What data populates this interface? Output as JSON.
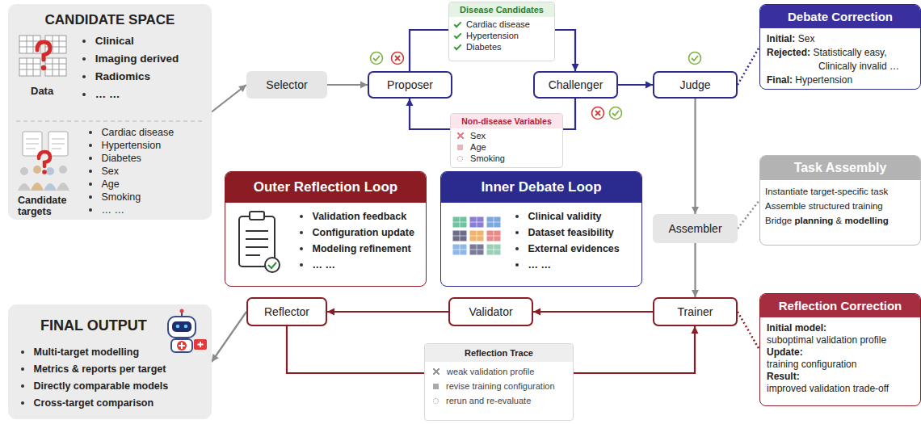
{
  "diagram": {
    "nodes": [
      {
        "text": [
          "CANDIDATE SPACE",
          "Data",
          "Clinical",
          "Imaging derived",
          "Radiomics",
          "… …",
          "Candidate targets",
          "Cardiac disease",
          "Hypertension",
          "Diabetes",
          "Sex",
          "Age",
          "Smoking",
          "… …"
        ]
      },
      {
        "text": [
          "Selector"
        ]
      },
      {
        "text": [
          "Proposer"
        ]
      },
      {
        "text": [
          "Disease Candidates",
          "Cardiac disease",
          "Hypertension",
          "Diabetes"
        ]
      },
      {
        "text": [
          "Challenger"
        ]
      },
      {
        "text": [
          "Judge"
        ]
      },
      {
        "text": [
          "Debate Correction",
          "Initial:",
          "Sex",
          "Rejected:",
          "Statistically easy,",
          "Clinically invalid …",
          "Final:",
          "Hypertension"
        ]
      },
      {
        "text": [
          "Non-disease Variables",
          "Sex",
          "Age",
          "Smoking"
        ]
      },
      {
        "text": [
          "Outer Reflection Loop",
          "Validation feedback",
          "Configuration update",
          "Modeling refinement",
          "… …"
        ]
      },
      {
        "text": [
          "Inner Debate Loop",
          "Clinical validity",
          "Dataset feasibility",
          "External evidences",
          "… …"
        ]
      },
      {
        "text": [
          "Task Assembly",
          "Instantiate target-specific task",
          "Assemble structured training",
          "Bridge",
          "planning",
          "&",
          "modelling"
        ]
      },
      {
        "text": [
          "Assembler"
        ]
      },
      {
        "text": [
          "FINAL OUTPUT",
          "Multi-target modelling",
          "Metrics & reports per target",
          "Directly comparable models",
          "Cross-target comparison"
        ]
      },
      {
        "text": [
          "Reflector"
        ]
      },
      {
        "text": [
          "Validator"
        ]
      },
      {
        "text": [
          "Trainer"
        ]
      },
      {
        "text": [
          "Reflection Correction",
          "Initial model:",
          "suboptimal validation profile",
          "Update:",
          "training configuration",
          "Result:",
          "improved validation trade-off"
        ]
      },
      {
        "text": [
          "Reflection Trace",
          "weak validation profile",
          "revise training configuration",
          "rerun and re-evaluate"
        ]
      }
    ],
    "edges": [
      {
        "from": 0,
        "to": 1,
        "arrow": "to"
      },
      {
        "from": 1,
        "to": 2,
        "arrow": "to"
      },
      {
        "from": 2,
        "to": 3,
        "arrow": "none"
      },
      {
        "from": 3,
        "to": 4,
        "arrow": "to"
      },
      {
        "from": 4,
        "to": 7,
        "arrow": "none"
      },
      {
        "from": 7,
        "to": 2,
        "arrow": "to"
      },
      {
        "from": 4,
        "to": 5,
        "arrow": "to"
      },
      {
        "from": 5,
        "to": 6,
        "arrow": "none"
      },
      {
        "from": 5,
        "to": 11,
        "arrow": "to"
      },
      {
        "from": 11,
        "to": 10,
        "arrow": "none"
      },
      {
        "from": 11,
        "to": 15,
        "arrow": "to"
      },
      {
        "from": 15,
        "to": 16,
        "arrow": "none"
      },
      {
        "from": 15,
        "to": 14,
        "arrow": "to"
      },
      {
        "from": 14,
        "to": 13,
        "arrow": "to"
      },
      {
        "from": 13,
        "to": 15,
        "arrow": "to"
      },
      {
        "from": 13,
        "to": 12,
        "arrow": "to"
      }
    ]
  }
}
